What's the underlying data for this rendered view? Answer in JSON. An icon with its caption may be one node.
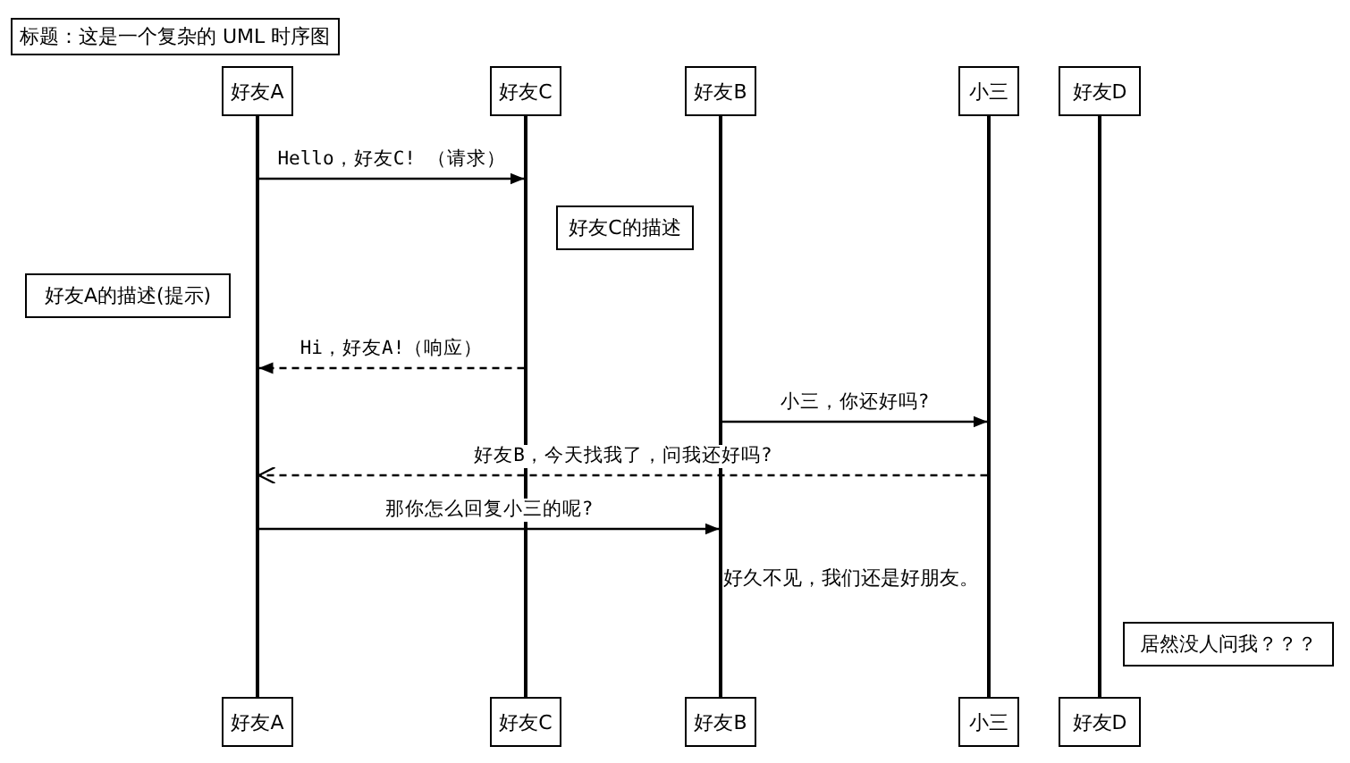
{
  "diagram": {
    "title": "标题：这是一个复杂的 UML 时序图",
    "nodes": [
      {
        "text": [
          "好友A"
        ]
      },
      {
        "text": [
          "好友C"
        ]
      },
      {
        "text": [
          "好友B"
        ]
      },
      {
        "text": [
          "小三"
        ]
      },
      {
        "text": [
          "好友D"
        ]
      },
      {
        "text": [],
        "shape": "line"
      },
      {
        "text": [],
        "shape": "line"
      },
      {
        "text": [],
        "shape": "line"
      },
      {
        "text": [],
        "shape": "line"
      },
      {
        "text": [],
        "shape": "line"
      },
      {
        "text": [
          "好友C的描述"
        ]
      },
      {
        "text": [
          "好友A的描述(提示)"
        ]
      },
      {
        "text": [
          "居然没人问我？？？"
        ]
      },
      {
        "text": [
          "好友A"
        ]
      },
      {
        "text": [
          "好友C"
        ]
      },
      {
        "text": [
          "好友B"
        ]
      },
      {
        "text": [
          "小三"
        ]
      },
      {
        "text": [
          "好友D"
        ]
      }
    ],
    "edges": [
      {
        "from": 5,
        "to": 6,
        "arrow": "to",
        "label": "Hello，好友C! （请求）"
      },
      {
        "from": 6,
        "to": 5,
        "arrow": "to",
        "label": "Hi，好友A!（响应）",
        "style": "dashed"
      },
      {
        "from": 7,
        "to": 8,
        "arrow": "to",
        "label": "小三，你还好吗?"
      },
      {
        "from": 8,
        "to": 5,
        "arrow": "to",
        "label": "好友B，今天找我了，问我还好吗?",
        "style": "dashed"
      },
      {
        "from": 5,
        "to": 7,
        "arrow": "to",
        "label": "那你怎么回复小三的呢?"
      }
    ],
    "labels": [
      "好久不见，我们还是好朋友。"
    ]
  }
}
